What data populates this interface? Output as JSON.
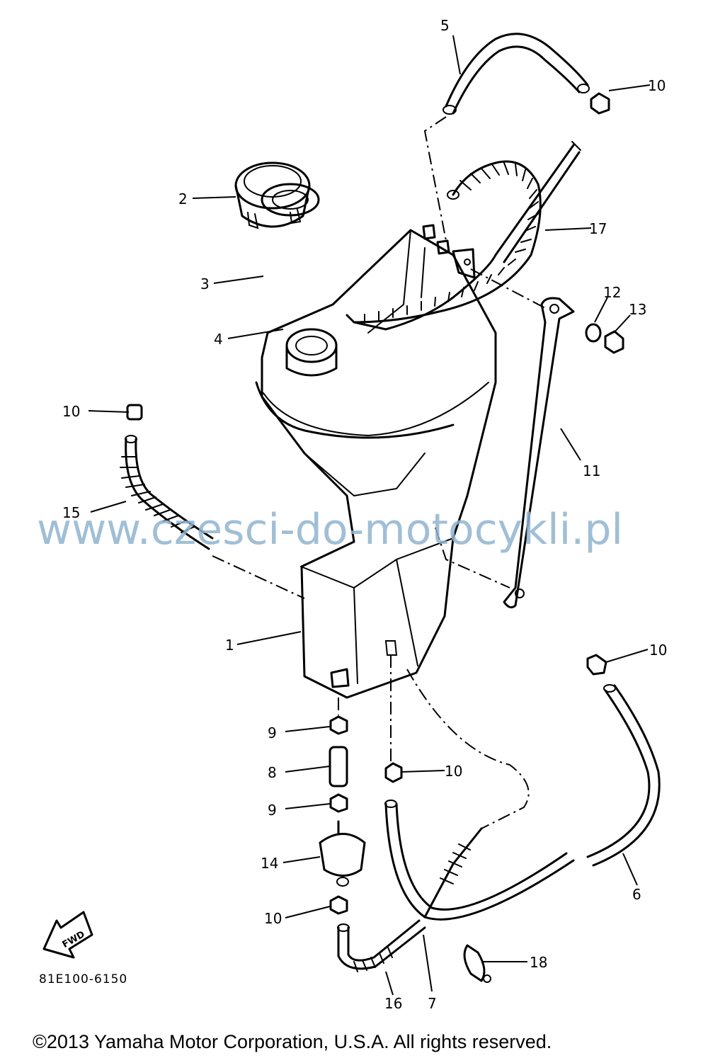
{
  "diagram_code": "81E100-6150",
  "watermark": "www.czesci-do-motocykli.pl",
  "copyright": "©2013 Yamaha Motor Corporation, U.S.A. All rights reserved.",
  "fwd_label": "FWD",
  "callouts": {
    "c1": "1",
    "c2": "2",
    "c3": "3",
    "c4": "4",
    "c5": "5",
    "c6": "6",
    "c7": "7",
    "c8": "8",
    "c9a": "9",
    "c9b": "9",
    "c10a": "10",
    "c10b": "10",
    "c10c": "10",
    "c10d": "10",
    "c10e": "10",
    "c11": "11",
    "c12": "12",
    "c13": "13",
    "c14": "14",
    "c15": "15",
    "c16": "16",
    "c17": "17",
    "c18": "18"
  }
}
